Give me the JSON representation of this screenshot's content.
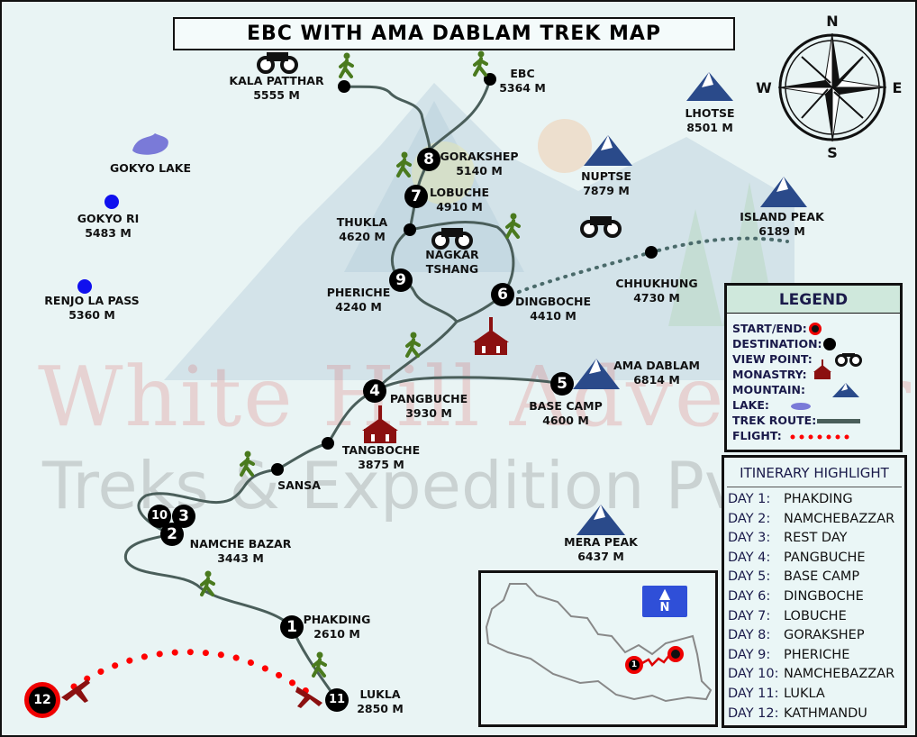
{
  "title": "EBC WITH AMA DABLAM TREK MAP",
  "watermark": {
    "line1": "White Hill Adventure",
    "line2": "Treks & Expedition Pvt. Ltd."
  },
  "compass": {
    "n": "N",
    "e": "E",
    "s": "S",
    "w": "W"
  },
  "places": {
    "kala_patthar": {
      "name": "KALA PATTHAR",
      "alt": "5555 M"
    },
    "ebc": {
      "name": "EBC",
      "alt": "5364 M"
    },
    "gorakshep": {
      "num": "8",
      "name": "GORAKSHEP",
      "alt": "5140 M"
    },
    "lobuche": {
      "num": "7",
      "name": "LOBUCHE",
      "alt": "4910 M"
    },
    "thukla": {
      "name": "THUKLA",
      "alt": "4620 M"
    },
    "nagkar": {
      "name1": "NAGKAR",
      "name2": "TSHANG"
    },
    "pheriche": {
      "num": "9",
      "name": "PHERICHE",
      "alt": "4240 M"
    },
    "dingboche": {
      "num": "6",
      "name": "DINGBOCHE",
      "alt": "4410 M"
    },
    "chhukhung": {
      "name": "CHHUKHUNG",
      "alt": "4730 M"
    },
    "base_camp": {
      "num": "5",
      "name": "BASE CAMP",
      "alt": "4600 M"
    },
    "pangbuche": {
      "num": "4",
      "name": "PANGBUCHE",
      "alt": "3930 M"
    },
    "tangboche": {
      "name": "TANGBOCHE",
      "alt": "3875 M"
    },
    "sansa": {
      "name": "SANSA"
    },
    "namche": {
      "nums": [
        "10",
        "3",
        "2"
      ],
      "name": "NAMCHE BAZAR",
      "alt": "3443 M"
    },
    "phakding": {
      "num": "1",
      "name": "PHAKDING",
      "alt": "2610 M"
    },
    "lukla": {
      "num": "11",
      "name": "LUKLA",
      "alt": "2850 M"
    },
    "kathmandu": {
      "num": "12"
    },
    "gokyo_lake": {
      "name": "GOKYO LAKE"
    },
    "gokyo_ri": {
      "name": "GOKYO RI",
      "alt": "5483 M"
    },
    "renjo_la": {
      "name": "RENJO LA PASS",
      "alt": "5360 M"
    }
  },
  "mountains": {
    "lhotse": {
      "name": "LHOTSE",
      "alt": "8501 M"
    },
    "nuptse": {
      "name": "NUPTSE",
      "alt": "7879 M"
    },
    "island_peak": {
      "name": "ISLAND PEAK",
      "alt": "6189 M"
    },
    "ama_dablam": {
      "name": "AMA DABLAM",
      "alt": "6814 M"
    },
    "mera_peak": {
      "name": "MERA PEAK",
      "alt": "6437 M"
    }
  },
  "legend": {
    "title": "LEGEND",
    "items": [
      "START/END:",
      "DESTINATION:",
      "VIEW POINT:",
      "MONASTRY:",
      "MOUNTAIN:",
      "LAKE:",
      "TREK ROUTE:",
      "FLIGHT:"
    ]
  },
  "itinerary": {
    "title": "ITINERARY HIGHLIGHT",
    "days": [
      {
        "day": "DAY 1:",
        "place": "PHAKDING"
      },
      {
        "day": "DAY 2:",
        "place": "NAMCHEBAZZAR"
      },
      {
        "day": "DAY 3:",
        "place": "REST DAY"
      },
      {
        "day": "DAY 4:",
        "place": "PANGBUCHE"
      },
      {
        "day": "DAY 5:",
        "place": "BASE CAMP"
      },
      {
        "day": "DAY 6:",
        "place": "DINGBOCHE"
      },
      {
        "day": "DAY 7:",
        "place": "LOBUCHE"
      },
      {
        "day": "DAY 8:",
        "place": "GORAKSHEP"
      },
      {
        "day": "DAY 9:",
        "place": "PHERICHE"
      },
      {
        "day": "DAY 10:",
        "place": "NAMCHEBAZZAR"
      },
      {
        "day": "DAY 11:",
        "place": "LUKLA"
      },
      {
        "day": "DAY 12:",
        "place": "KATHMANDU"
      }
    ]
  },
  "inset": {
    "north_label": "N",
    "start_num": "1"
  },
  "colors": {
    "route": "#4a5e5a",
    "flight": "#ff0000",
    "walker": "#4a7a1e",
    "monastery": "#8b1010",
    "mountain": "#2a4a8a",
    "lake": "#7a7ad8",
    "start_ring": "#e00000"
  }
}
